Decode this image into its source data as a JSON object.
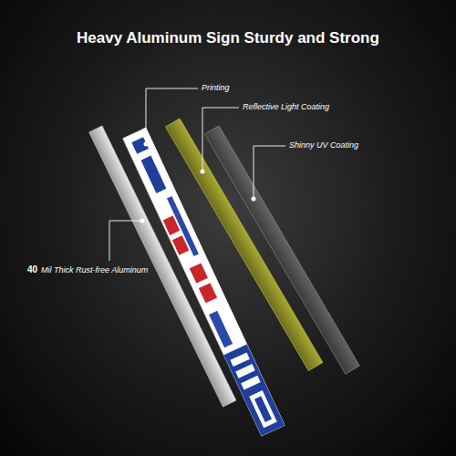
{
  "diagram": {
    "title": "Heavy Aluminum Sign Sturdy and Strong",
    "labels": [
      "Printing",
      "Reflective Light Coating",
      "Shinny UV Coating",
      "40",
      "Mil Thick  Rust-free Aluminum"
    ]
  }
}
